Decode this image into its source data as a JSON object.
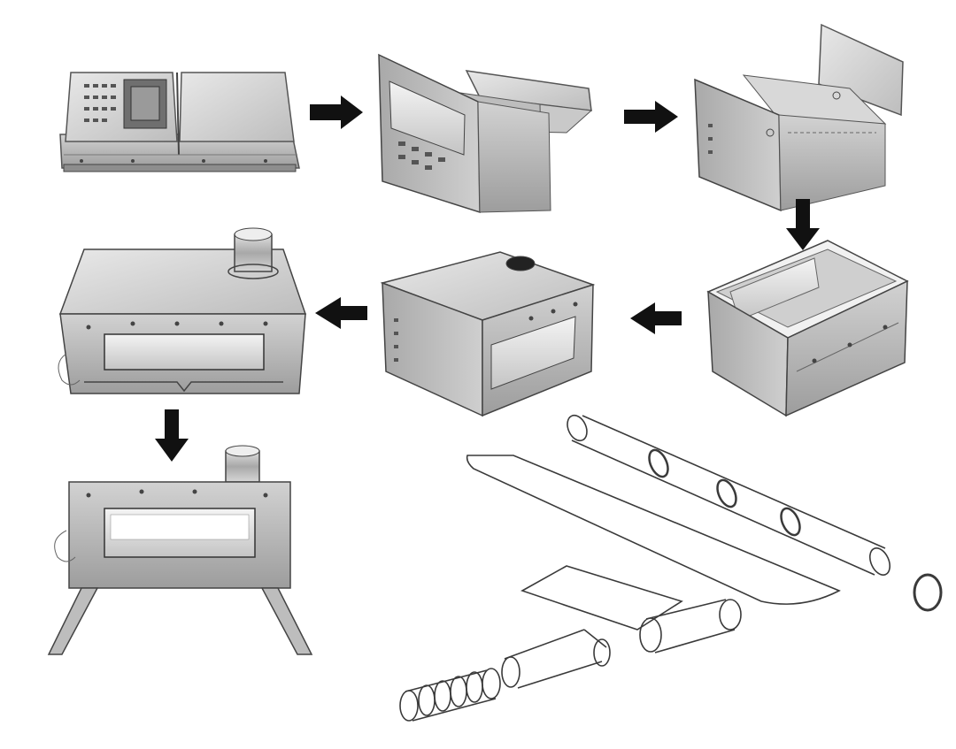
{
  "diagram": {
    "steps": [
      {
        "id": "step-1",
        "state": "folded-flat"
      },
      {
        "id": "step-2",
        "state": "door-panel-unfolded"
      },
      {
        "id": "step-3",
        "state": "side-panels-raised"
      },
      {
        "id": "step-4",
        "state": "open-box"
      },
      {
        "id": "step-5",
        "state": "top-fitted"
      },
      {
        "id": "step-6",
        "state": "flue-collar-fitted"
      },
      {
        "id": "step-7",
        "state": "legs-attached"
      }
    ],
    "arrows": [
      {
        "from": "step-1",
        "to": "step-2",
        "direction": "right"
      },
      {
        "from": "step-2",
        "to": "step-3",
        "direction": "right"
      },
      {
        "from": "step-3",
        "to": "step-4",
        "direction": "down"
      },
      {
        "from": "step-4",
        "to": "step-5",
        "direction": "left"
      },
      {
        "from": "step-5",
        "to": "step-6",
        "direction": "left"
      },
      {
        "from": "step-6",
        "to": "step-7",
        "direction": "down"
      }
    ],
    "pipe_parts": [
      "long-pipe-with-rings",
      "curved-sheet",
      "flat-sheet",
      "rolled-sheet-large",
      "rolled-sheet-small",
      "ribbed-pipe",
      "ring"
    ],
    "colors": {
      "metal_light": "#dcdcdc",
      "metal_mid": "#b8b8b8",
      "metal_dark": "#8a8a8a",
      "line": "#3a3a3a",
      "arrow": "#111111"
    }
  }
}
